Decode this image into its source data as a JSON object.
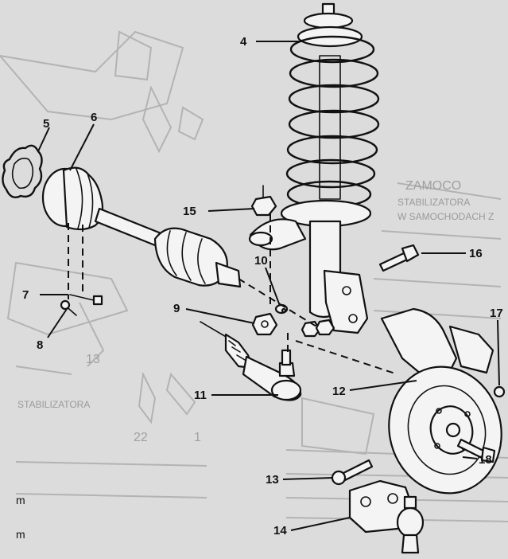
{
  "callouts": [
    {
      "id": "1",
      "label": "4"
    },
    {
      "id": "2",
      "label": "5"
    },
    {
      "id": "3",
      "label": "6"
    },
    {
      "id": "4",
      "label": "15"
    },
    {
      "id": "5",
      "label": "16"
    },
    {
      "id": "6",
      "label": "10"
    },
    {
      "id": "7",
      "label": "7"
    },
    {
      "id": "8",
      "label": "9"
    },
    {
      "id": "9",
      "label": "17"
    },
    {
      "id": "10",
      "label": "8"
    },
    {
      "id": "11",
      "label": "11"
    },
    {
      "id": "12",
      "label": "12"
    },
    {
      "id": "13",
      "label": "18"
    },
    {
      "id": "14",
      "label": "13"
    },
    {
      "id": "15",
      "label": "14"
    }
  ],
  "edge_letters": [
    "m",
    "m"
  ],
  "bleed_through_text": [
    "ZAMOCO",
    "STABILIZATORA",
    "W SAMOCHODACH Z",
    "STABILIZATORA",
    "13",
    "22",
    "1"
  ],
  "colors": {
    "paper": "#dcdcdc",
    "ink": "#111111",
    "ghost": "#b3b3b3"
  }
}
